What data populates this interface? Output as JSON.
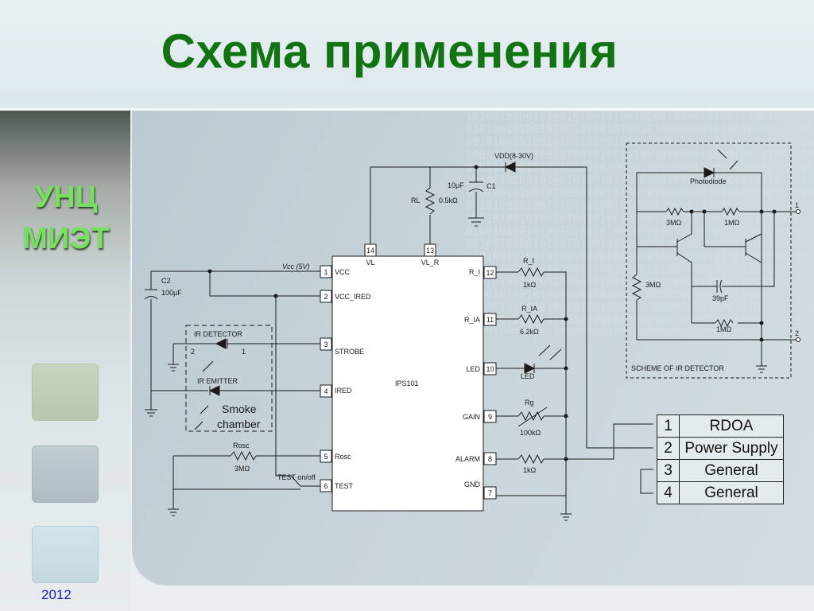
{
  "slide": {
    "title": "Схема применения",
    "org_line1": "УНЦ",
    "org_line2": "МИЭТ",
    "year": "2012",
    "colors": {
      "title": "#127312",
      "org": "#77e05f",
      "year": "#1a1ab8"
    }
  },
  "circuit": {
    "chip_name": "IPS101",
    "vdd": "VDD(8-30V)",
    "vcc": "Vcc (5V)",
    "rl_name": "RL",
    "rl_value": "0.5kΩ",
    "c1_value": "10μF",
    "c1_name": "C1",
    "c2_name": "C2",
    "c2_value": "100μF",
    "ir_detector": "IR DETECTOR",
    "ir_emitter": "IR EMITTER",
    "smoke1": "Smoke",
    "smoke2": "chamber",
    "det_pin2": "2",
    "det_pin1": "1",
    "rosc_name": "Rosc",
    "rosc_value": "3MΩ",
    "test_switch": "TEST on/off",
    "ri_name": "R_I",
    "ri_value": "1kΩ",
    "ria_name": "R_IA",
    "ria_value": "6.2kΩ",
    "led_name": "LED",
    "rg_name": "Rg",
    "rg_value": "100kΩ",
    "alarm_res": "1kΩ",
    "pins": [
      {
        "num": "14",
        "label": "VL"
      },
      {
        "num": "13",
        "label": "VL_R"
      },
      {
        "num": "1",
        "label": "VCC"
      },
      {
        "num": "2",
        "label": "VCC_IRED"
      },
      {
        "num": "3",
        "label": "STROBE"
      },
      {
        "num": "4",
        "label": "IRED"
      },
      {
        "num": "5",
        "label": "Rosc"
      },
      {
        "num": "6",
        "label": "TEST"
      },
      {
        "num": "12",
        "label": "R_I"
      },
      {
        "num": "11",
        "label": "R_IA"
      },
      {
        "num": "10",
        "label": "LED"
      },
      {
        "num": "9",
        "label": "GAIN"
      },
      {
        "num": "8",
        "label": "ALARM"
      },
      {
        "num": "7",
        "label": "GND"
      }
    ]
  },
  "ir_scheme": {
    "title": "SCHEME OF IR DETECTOR",
    "photodiode": "Photodiode",
    "r1": "3MΩ",
    "r2": "1MΩ",
    "r3": "3MΩ",
    "c": "39pF",
    "r4": "1MΩ",
    "out1": "1",
    "out2": "2"
  },
  "pin_table": [
    {
      "num": "1",
      "func": "RDOA"
    },
    {
      "num": "2",
      "func": "Power Supply"
    },
    {
      "num": "3",
      "func": "General"
    },
    {
      "num": "4",
      "func": "General"
    }
  ]
}
